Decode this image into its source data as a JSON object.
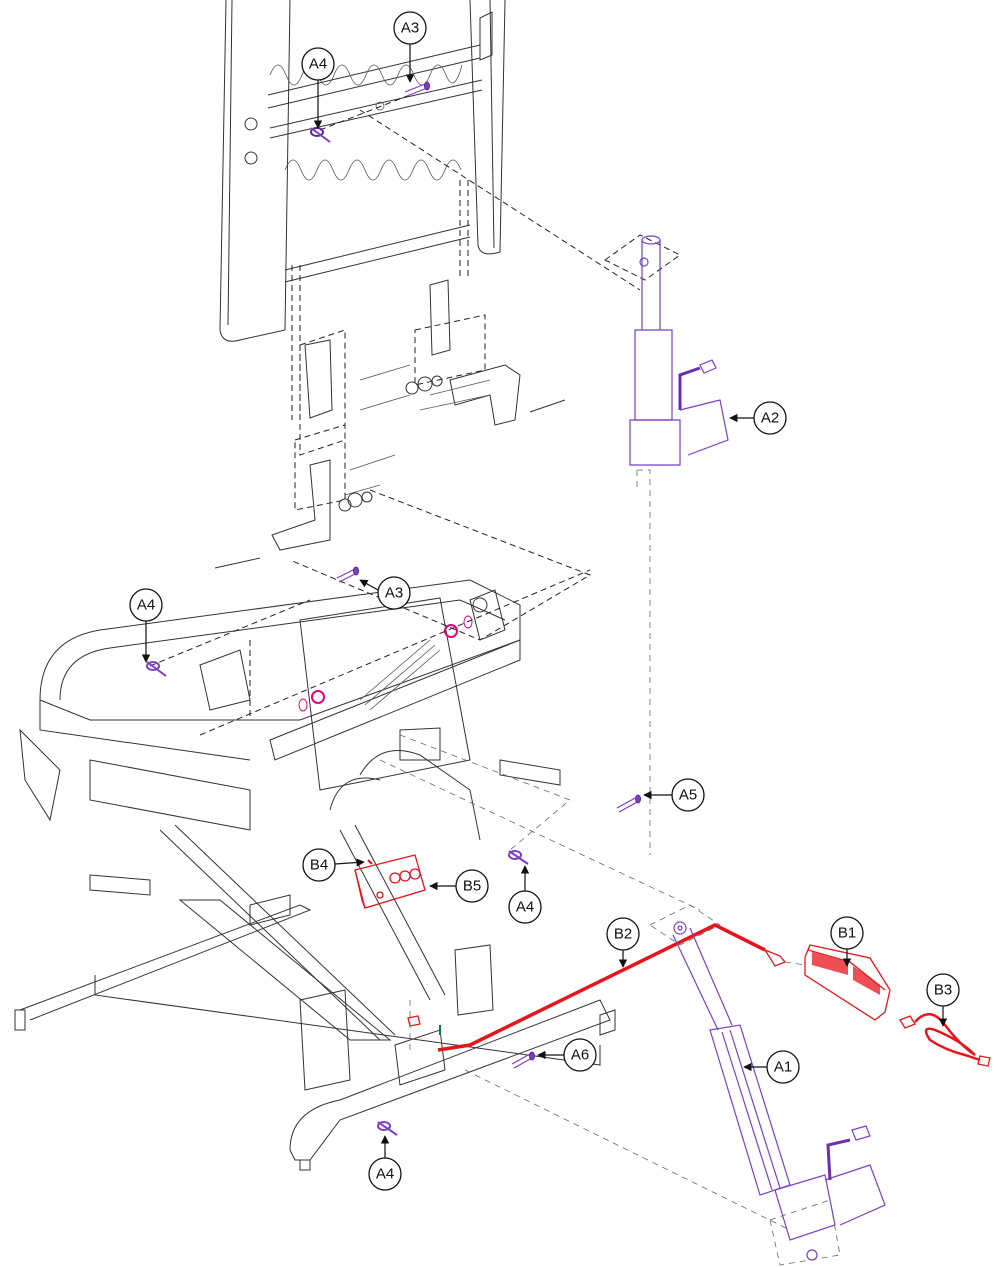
{
  "diagram": {
    "type": "exploded-parts-view",
    "subject": "Lift chair seat/back frame with actuators and power supply",
    "colors": {
      "actuator_parts": "#7b3fc4",
      "electrical_parts": "#e8141b",
      "nuts_washers": "#e6007e",
      "frame": "#333333"
    },
    "callouts": [
      {
        "id": "c-a3-top",
        "label": "A3",
        "part": "clevis pin (backrest)"
      },
      {
        "id": "c-a4-top",
        "label": "A4",
        "part": "hitch pin clip (backrest)"
      },
      {
        "id": "c-a2",
        "label": "A2",
        "part": "back actuator"
      },
      {
        "id": "c-a3-mid",
        "label": "A3",
        "part": "clevis pin (seat)"
      },
      {
        "id": "c-a4-mid",
        "label": "A4",
        "part": "hitch pin clip (seat)"
      },
      {
        "id": "c-a5",
        "label": "A5",
        "part": "clevis pin (back actuator base)"
      },
      {
        "id": "c-b4",
        "label": "B4",
        "part": "cable tie"
      },
      {
        "id": "c-b5",
        "label": "B5",
        "part": "control box / junction"
      },
      {
        "id": "c-a4-low",
        "label": "A4",
        "part": "hitch pin clip"
      },
      {
        "id": "c-b2",
        "label": "B2",
        "part": "extension cable"
      },
      {
        "id": "c-b1",
        "label": "B1",
        "part": "power supply"
      },
      {
        "id": "c-b3",
        "label": "B3",
        "part": "power cord"
      },
      {
        "id": "c-a1",
        "label": "A1",
        "part": "lift actuator"
      },
      {
        "id": "c-a6",
        "label": "A6",
        "part": "clevis pin (lift actuator)"
      },
      {
        "id": "c-a4-bottom",
        "label": "A4",
        "part": "hitch pin clip"
      }
    ]
  }
}
